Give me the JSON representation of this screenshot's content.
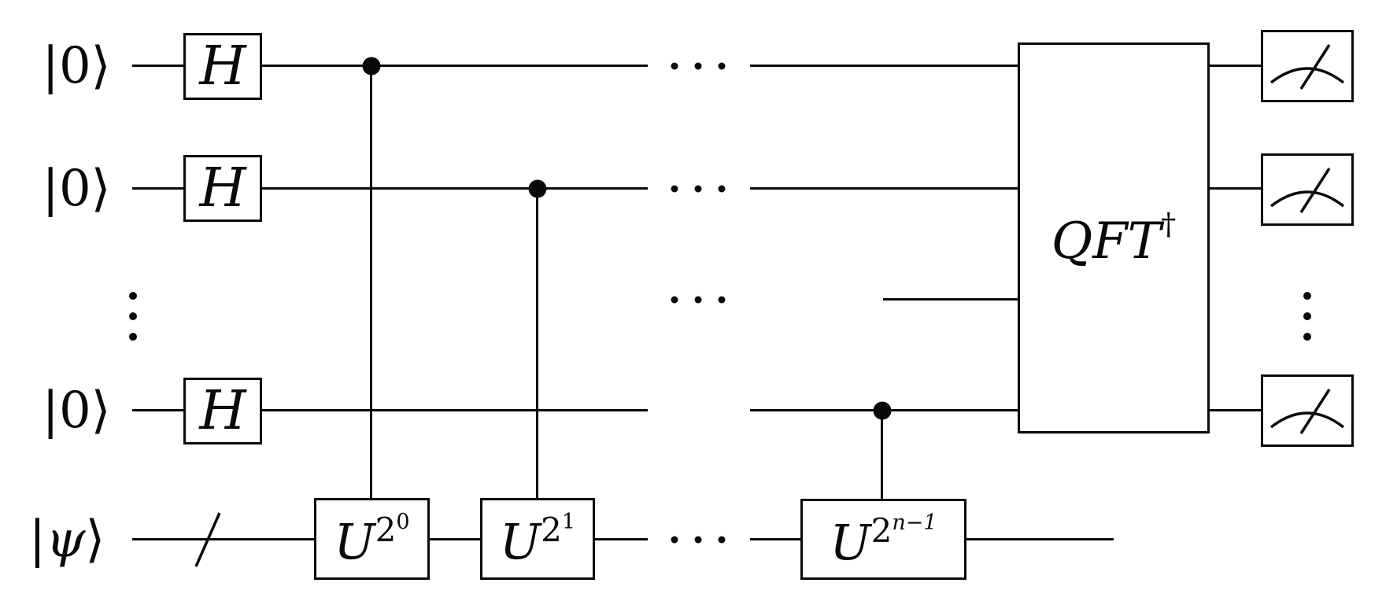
{
  "kets": [
    {
      "pre": "|",
      "sym": "0",
      "post": "⟩"
    },
    {
      "pre": "|",
      "sym": "0",
      "post": "⟩"
    },
    {
      "pre": "|",
      "sym": "0",
      "post": "⟩"
    },
    {
      "pre": "|",
      "sym": "ψ",
      "post": "⟩"
    }
  ],
  "gates": {
    "h": "H",
    "u": [
      {
        "base": "U",
        "exp": "2",
        "exp_exp": "0"
      },
      {
        "base": "U",
        "exp": "2",
        "exp_exp": "1"
      },
      {
        "base": "U",
        "exp": "2",
        "exp_exp": "n−1"
      }
    ],
    "qft": {
      "base": "QFT",
      "sup": "†"
    }
  },
  "icons": {
    "control_dot": "filled-circle",
    "horizontal_ellipsis": "⋯",
    "vertical_ellipsis": "⋮",
    "meter": "measurement-gauge",
    "bundle": "slash"
  },
  "colors": {
    "ink": "#0a0a0a",
    "background": "#ffffff"
  }
}
